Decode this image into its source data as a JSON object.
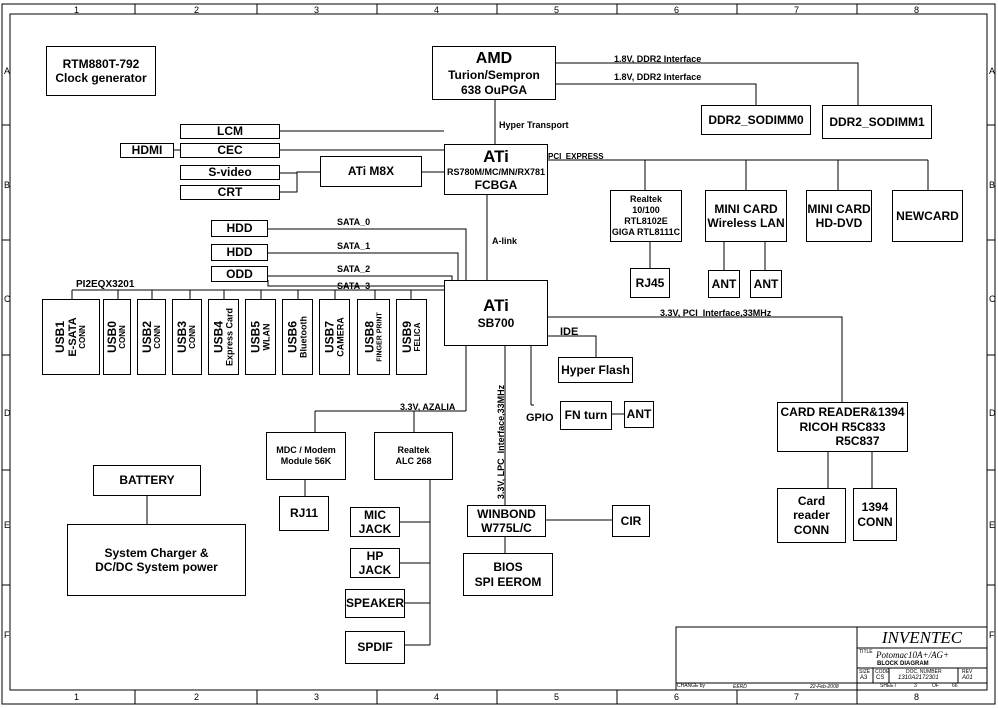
{
  "frame": {
    "columns": [
      "1",
      "2",
      "3",
      "4",
      "5",
      "6",
      "7",
      "8"
    ],
    "rows": [
      "A",
      "B",
      "C",
      "D",
      "E",
      "F"
    ]
  },
  "notes": {
    "clock_line1": "RTM880T-792",
    "clock_line2": "Clock generator"
  },
  "cpu": {
    "line1": "AMD",
    "line2": "Turion/Sempron",
    "line3": "638 OuPGA"
  },
  "ddr": {
    "bus1": "1.8V, DDR2 Interface",
    "bus2": "1.8V, DDR2 Interface",
    "slot0": "DDR2_SODIMM0",
    "slot1": "DDR2_SODIMM1"
  },
  "nb": {
    "line1": "ATi",
    "line2": "RS780M/MC/MN/RX781",
    "line3": "FCBGA",
    "link_cpu": "Hyper Transport",
    "link_pcie": "PCI_EXPRESS",
    "link_sb": "A-link"
  },
  "video": {
    "lcm": "LCM",
    "hdmi": "HDMI",
    "cec": "CEC",
    "svideo": "S-video",
    "crt": "CRT",
    "gpu": "ATi M8X"
  },
  "pcie": {
    "lan_l1": "Realtek",
    "lan_l2": "10/100 RTL8102E",
    "lan_l3": "GIGA RTL8111C",
    "rj45": "RJ45",
    "wlan_l1": "MINI CARD",
    "wlan_l2": "Wireless LAN",
    "ant1": "ANT",
    "ant2": "ANT",
    "hddvd_l1": "MINI CARD",
    "hddvd_l2": "HD-DVD",
    "newcard": "NEWCARD"
  },
  "storage": {
    "hdd1": "HDD",
    "hdd2": "HDD",
    "odd": "ODD",
    "sata0": "SATA_0",
    "sata1": "SATA_1",
    "sata2": "SATA_2",
    "sata3": "SATA_3"
  },
  "usb": {
    "switch": "PI2EQX3201",
    "ports": [
      {
        "a": "USB1",
        "b": "E-SATA",
        "c": "CONN"
      },
      {
        "a": "USB0",
        "b": "CONN",
        "c": ""
      },
      {
        "a": "USB2",
        "b": "CONN",
        "c": ""
      },
      {
        "a": "USB3",
        "b": "CONN",
        "c": ""
      },
      {
        "a": "USB4",
        "b": "Express Card",
        "c": ""
      },
      {
        "a": "USB5",
        "b": "WLAN",
        "c": ""
      },
      {
        "a": "USB6",
        "b": "Bluetooth",
        "c": ""
      },
      {
        "a": "USB7",
        "b": "CAMERA",
        "c": ""
      },
      {
        "a": "USB8",
        "b": "FINGER PRINT",
        "c": ""
      },
      {
        "a": "USB9",
        "b": "FELICA",
        "c": ""
      }
    ]
  },
  "sb": {
    "line1": "ATi",
    "line2": "SB700",
    "ide": "IDE",
    "hyperflash": "Hyper Flash",
    "gpio": "GPIO",
    "fnturn": "FN turn",
    "ant": "ANT",
    "pci_bus": "3.3V, PCI_Interface,33MHz",
    "lpc_bus": "3.3V, LPC_Interface,33MHz",
    "azalia_bus": "3.3V, AZALIA"
  },
  "cardreader": {
    "line1": "CARD READER&1394",
    "line2": "RICOH R5C833",
    "line3": "R5C837",
    "conn1_l1": "Card reader",
    "conn1_l2": "CONN",
    "conn2_l1": "1394",
    "conn2_l2": "CONN"
  },
  "audio": {
    "mdc_l1": "MDC / Modem",
    "mdc_l2": "Module 56K",
    "rj11": "RJ11",
    "codec_l1": "Realtek",
    "codec_l2": "ALC 268",
    "mic_l1": "MIC",
    "mic_l2": "JACK",
    "hp_l1": "HP",
    "hp_l2": "JACK",
    "speaker": "SPEAKER",
    "spdif": "SPDIF"
  },
  "lpc": {
    "ec_l1": "WINBOND",
    "ec_l2": "W775L/C",
    "cir": "CIR",
    "bios_l1": "BIOS",
    "bios_l2": "SPI EEROM"
  },
  "power": {
    "battery": "BATTERY",
    "charger_l1": "System Charger &",
    "charger_l2": "DC/DC System power"
  },
  "titleblock": {
    "company": "INVENTEC",
    "title_label": "TITLE",
    "title": "Potomac10A+/AG+",
    "subtitle": "BLOCK DIAGRAM",
    "size_label": "SIZE",
    "size": "A3",
    "code_label": "CODE",
    "code": "CS",
    "doc_label": "DOC. NUMBER",
    "doc": "1310A2172301",
    "rev_label": "REV",
    "rev": "A01",
    "change_label": "CHANGE by",
    "change_by": "EERD",
    "date": "22-Feb-2008",
    "sheet_label": "SHEET",
    "sheet": "3",
    "of_label": "OF",
    "of": "66"
  }
}
